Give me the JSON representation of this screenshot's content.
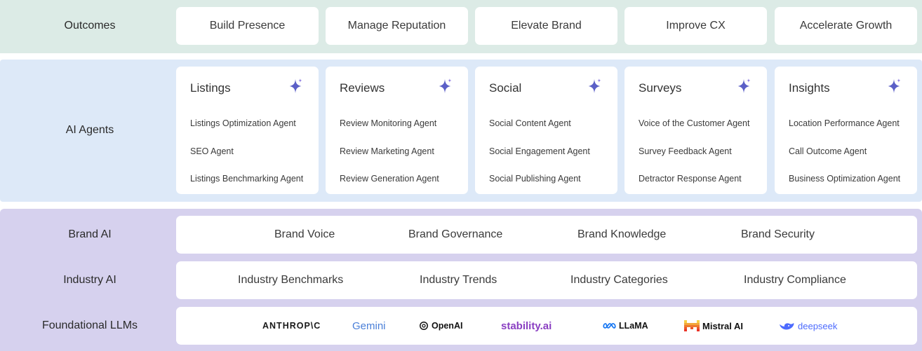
{
  "rows": {
    "outcomes": "Outcomes",
    "agents": "AI Agents",
    "brand": "Brand AI",
    "industry": "Industry AI",
    "llms": "Foundational LLMs"
  },
  "outcomes": [
    "Build Presence",
    "Manage Reputation",
    "Elevate Brand",
    "Improve CX",
    "Accelerate Growth"
  ],
  "agents": [
    {
      "title": "Listings",
      "items": [
        "Listings Optimization Agent",
        "SEO Agent",
        "Listings Benchmarking Agent"
      ]
    },
    {
      "title": "Reviews",
      "items": [
        "Review Monitoring Agent",
        "Review Marketing Agent",
        "Review Generation Agent"
      ]
    },
    {
      "title": "Social",
      "items": [
        "Social Content Agent",
        "Social Engagement Agent",
        "Social Publishing Agent"
      ]
    },
    {
      "title": "Surveys",
      "items": [
        "Voice of the Customer Agent",
        "Survey Feedback Agent",
        "Detractor Response Agent"
      ]
    },
    {
      "title": "Insights",
      "items": [
        "Location Performance Agent",
        "Call Outcome Agent",
        "Business Optimization Agent"
      ]
    }
  ],
  "brand_ai": [
    "Brand Voice",
    "Brand Governance",
    "Brand Knowledge",
    "Brand Security"
  ],
  "industry_ai": [
    "Industry Benchmarks",
    "Industry Trends",
    "Industry Categories",
    "Industry Compliance"
  ],
  "llms": [
    "ANTHROP\\C",
    "Gemini",
    "OpenAI",
    "stability.ai",
    "LLaMA",
    "Mistral AI",
    "deepseek"
  ],
  "icons": {
    "sparkle": "sparkle-icon"
  },
  "colors": {
    "outcomes_band": "#dcebe6",
    "agents_band": "#dde9f8",
    "platform_band": "#d6d1ee",
    "sparkle": "#5b5fc7"
  }
}
